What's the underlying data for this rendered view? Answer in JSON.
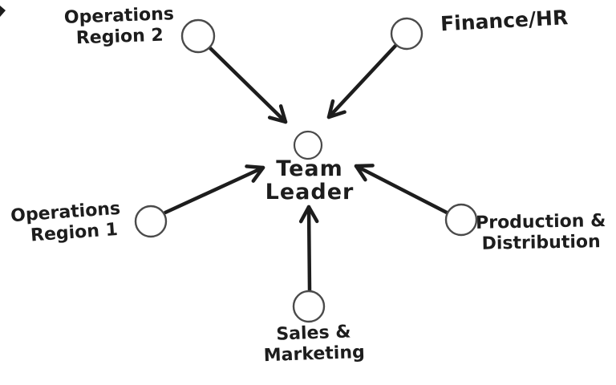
{
  "diagram": {
    "center": {
      "id": "team-leader",
      "lines": [
        "Team",
        "Leader"
      ]
    },
    "nodes": [
      {
        "id": "operations-region-2",
        "lines": [
          "Operations",
          "Region 2"
        ]
      },
      {
        "id": "finance-hr",
        "lines": [
          "Finance/HR"
        ]
      },
      {
        "id": "operations-region-1",
        "lines": [
          "Operations",
          "Region 1"
        ]
      },
      {
        "id": "production-distribution",
        "lines": [
          "Production &",
          "Distribution"
        ]
      },
      {
        "id": "sales-marketing",
        "lines": [
          "Sales &",
          "Marketing"
        ]
      }
    ],
    "edges": [
      {
        "from": "operations-region-2",
        "to": "team-leader"
      },
      {
        "from": "finance-hr",
        "to": "team-leader"
      },
      {
        "from": "operations-region-1",
        "to": "team-leader"
      },
      {
        "from": "production-distribution",
        "to": "team-leader"
      },
      {
        "from": "sales-marketing",
        "to": "team-leader"
      }
    ],
    "colors": {
      "ink": "#1d1d1d",
      "circle_stroke": "#4a4a4a",
      "background": "#ffffff"
    }
  }
}
